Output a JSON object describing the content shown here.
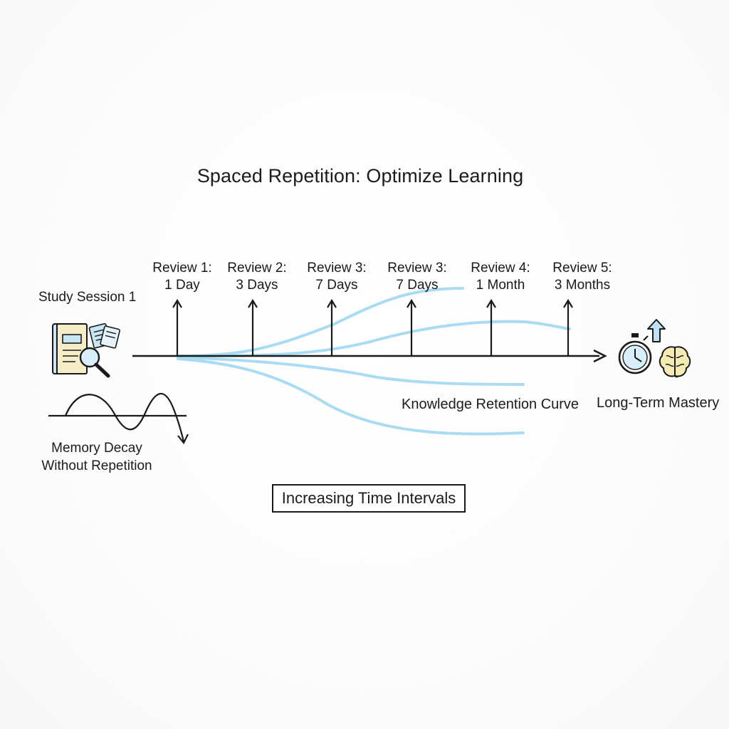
{
  "title": "Spaced Repetition: Optimize Learning",
  "study_session": {
    "label": "Study Session 1",
    "icon": "study-book-magnifier-icon"
  },
  "reviews": [
    {
      "line1": "Review 1:",
      "line2": "1 Day"
    },
    {
      "line1": "Review 2:",
      "line2": "3 Days"
    },
    {
      "line1": "Review 3:",
      "line2": "7 Days"
    },
    {
      "line1": "Review 3:",
      "line2": "7 Days"
    },
    {
      "line1": "Review 4:",
      "line2": "1 Month"
    },
    {
      "line1": "Review 5:",
      "line2": "3 Months"
    }
  ],
  "memory_decay": {
    "line1": "Memory Decay",
    "line2": "Without Repetition",
    "icon": "decay-wave-icon"
  },
  "retention": {
    "label": "Knowledge Retention Curve",
    "color": "#a9dcf2"
  },
  "mastery": {
    "label": "Long-Term Mastery",
    "icons": [
      "stopwatch-icon",
      "up-arrow-icon",
      "brain-icon"
    ]
  },
  "intervals": {
    "label": "Increasing Time Intervals"
  },
  "colors": {
    "line": "#1a1a1a",
    "curve": "#a9dcf2",
    "book": "#c9e6f5",
    "brain": "#f3eab4",
    "arrow": "#bfe0f2"
  }
}
